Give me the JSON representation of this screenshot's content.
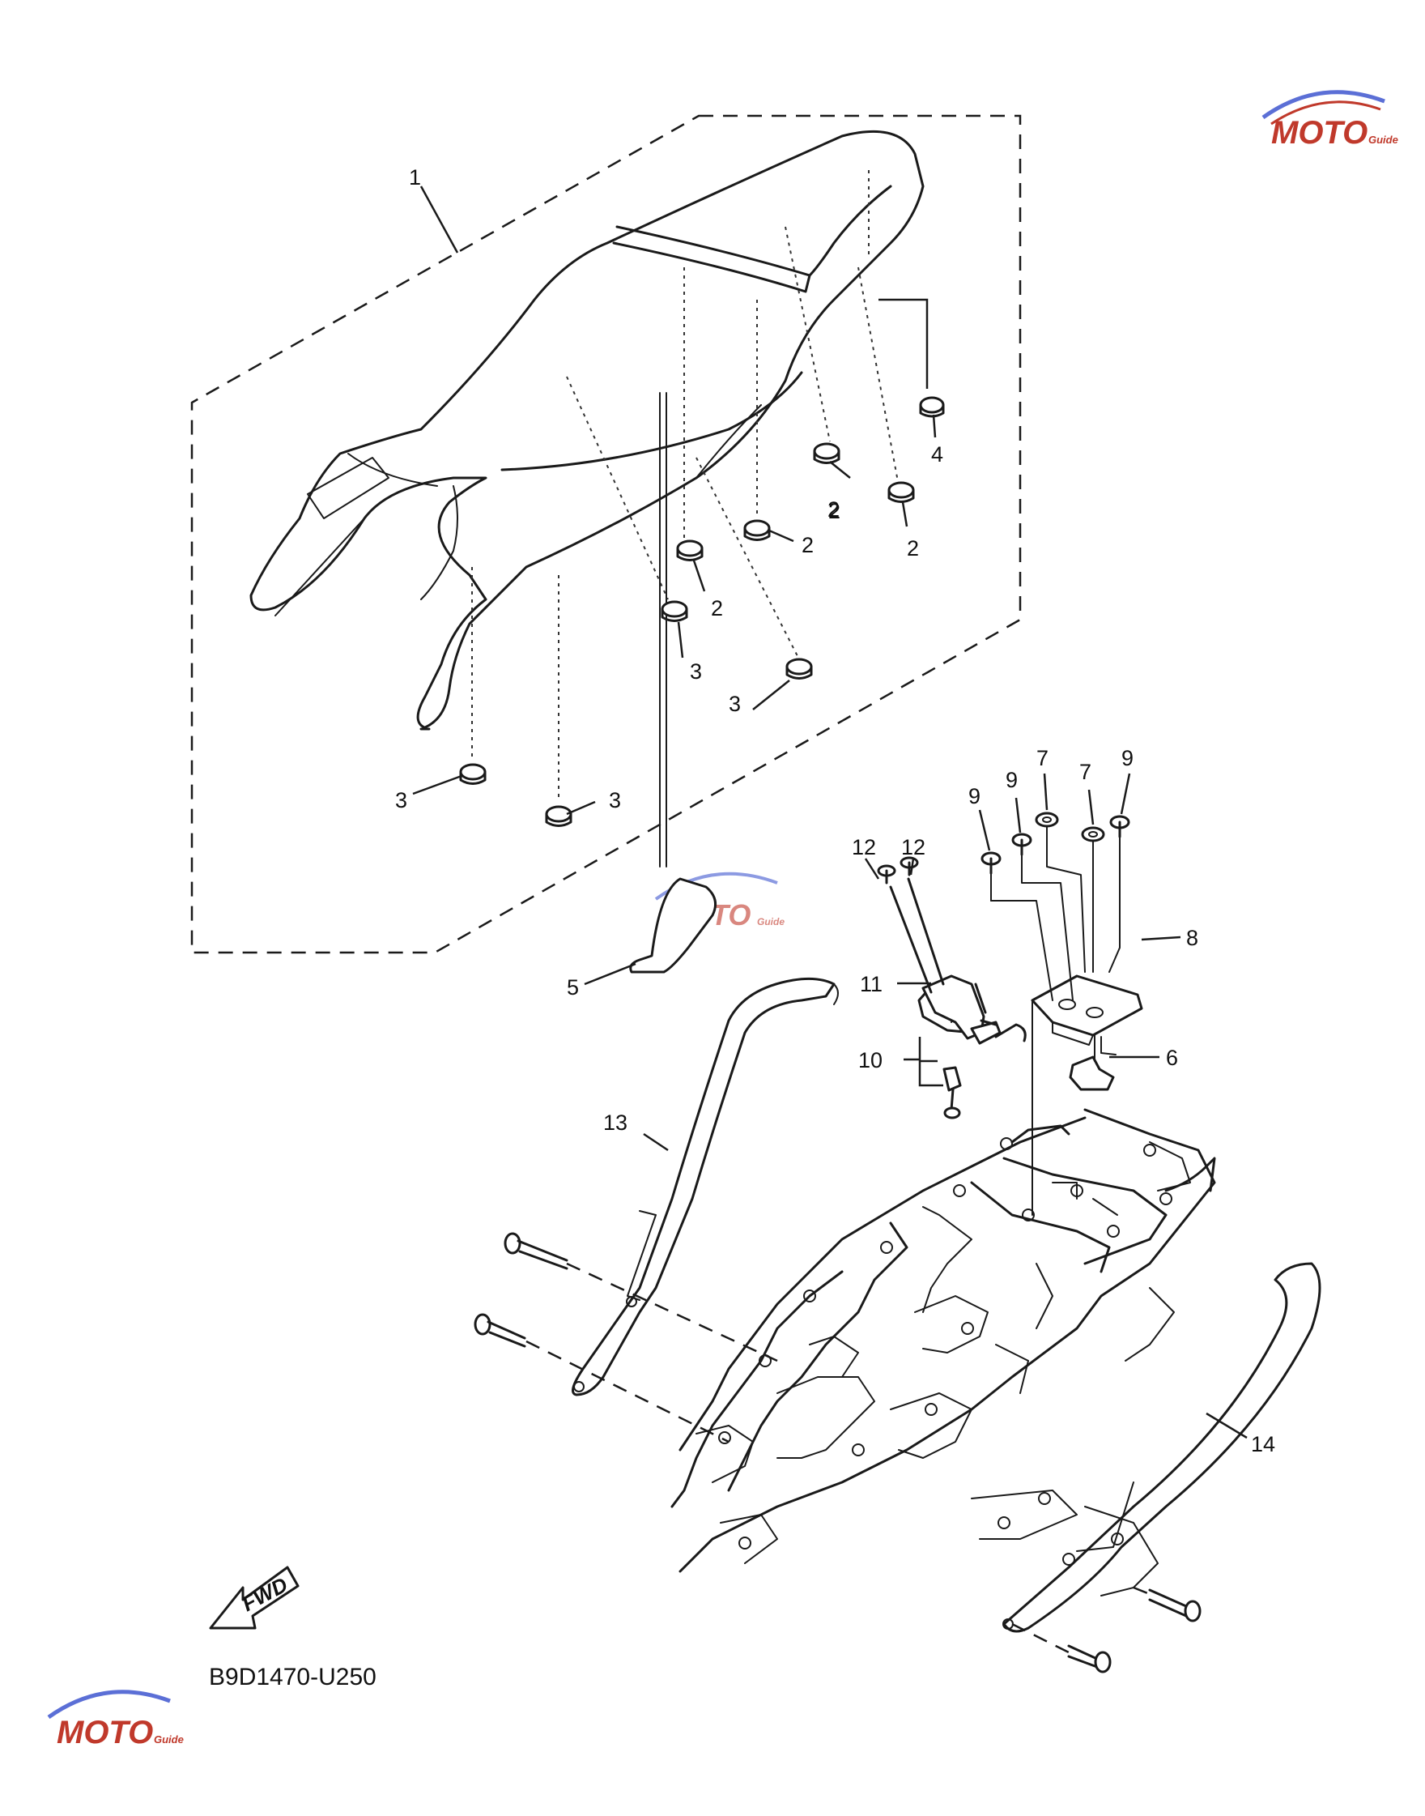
{
  "diagram_code": "B9D1470-U250",
  "fwd_label": "FWD",
  "watermark": {
    "text": "MOTO",
    "sub": "Guide"
  },
  "callouts": [
    {
      "label": "1"
    },
    {
      "label": "2"
    },
    {
      "label": "2"
    },
    {
      "label": "2"
    },
    {
      "label": "2"
    },
    {
      "label": "2"
    },
    {
      "label": "3"
    },
    {
      "label": "3"
    },
    {
      "label": "3"
    },
    {
      "label": "3"
    },
    {
      "label": "4"
    },
    {
      "label": "5"
    },
    {
      "label": "6"
    },
    {
      "label": "7"
    },
    {
      "label": "7"
    },
    {
      "label": "8"
    },
    {
      "label": "9"
    },
    {
      "label": "9"
    },
    {
      "label": "9"
    },
    {
      "label": "10"
    },
    {
      "label": "11"
    },
    {
      "label": "12"
    },
    {
      "label": "12"
    },
    {
      "label": "13"
    },
    {
      "label": "14"
    }
  ],
  "colors": {
    "line": "#1a1a1a",
    "watermark_red": "#c0392b",
    "watermark_blue": "#5b6fd6"
  }
}
